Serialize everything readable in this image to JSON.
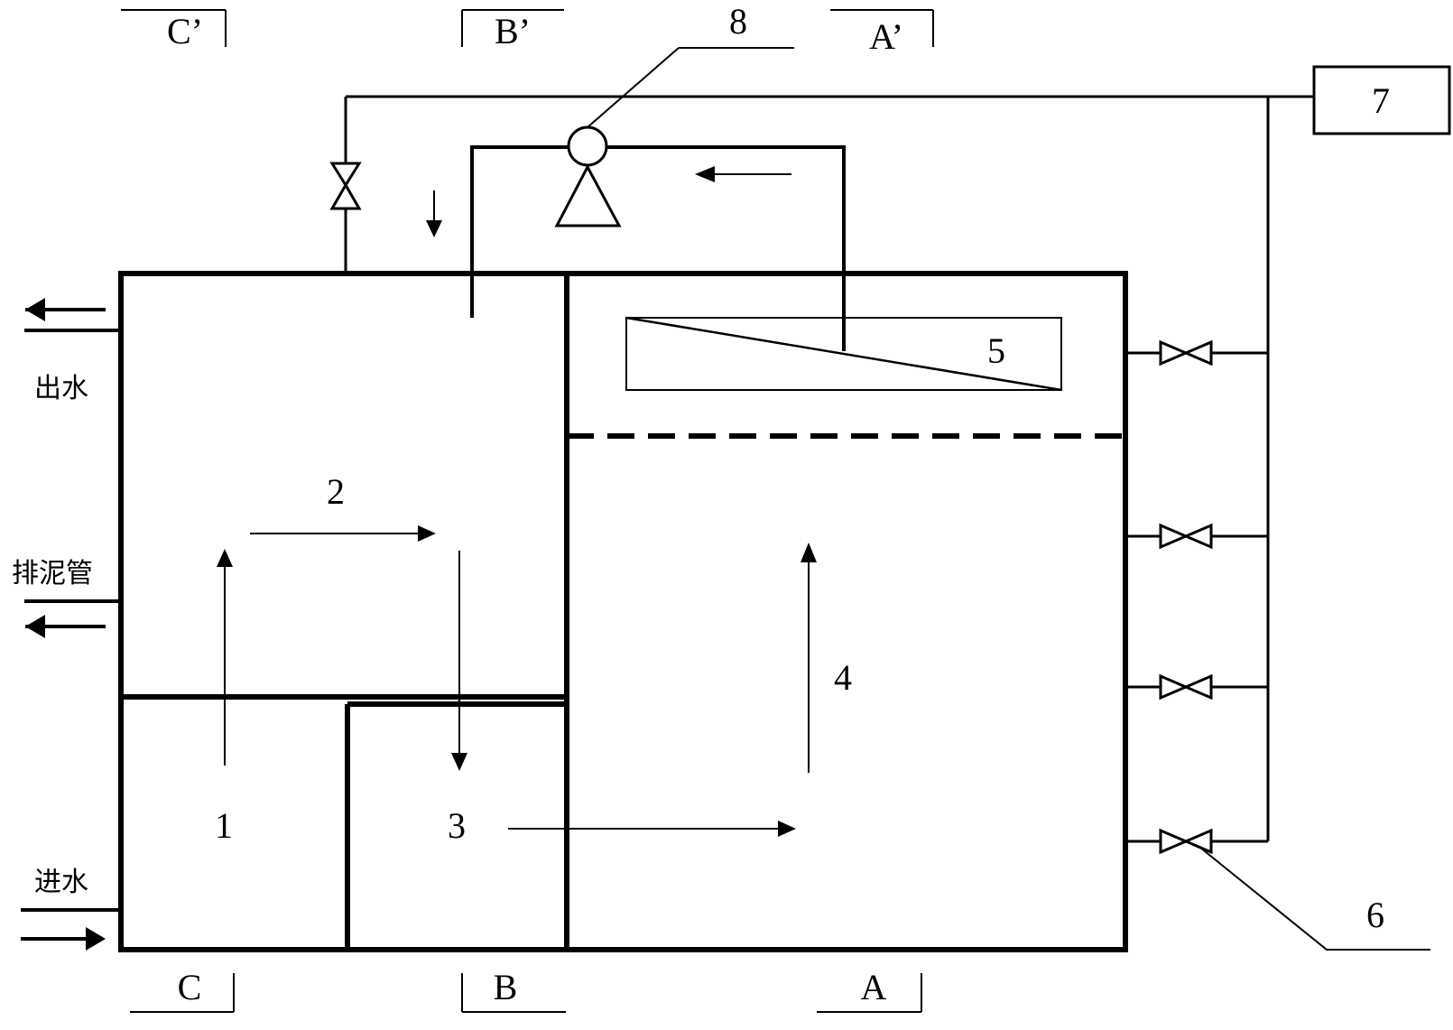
{
  "section_marks": {
    "top": {
      "a": "A’",
      "b": "B’",
      "c": "C’"
    },
    "bottom": {
      "a": "A",
      "b": "B",
      "c": "C"
    }
  },
  "callouts": {
    "label_1": "1",
    "label_2": "2",
    "label_3": "3",
    "label_4": "4",
    "label_5": "5",
    "label_6": "6",
    "label_7": "7",
    "label_8": "8"
  },
  "side_labels": {
    "outlet": "出水",
    "sludge_pipe": "排泥管",
    "inlet": "进水"
  }
}
